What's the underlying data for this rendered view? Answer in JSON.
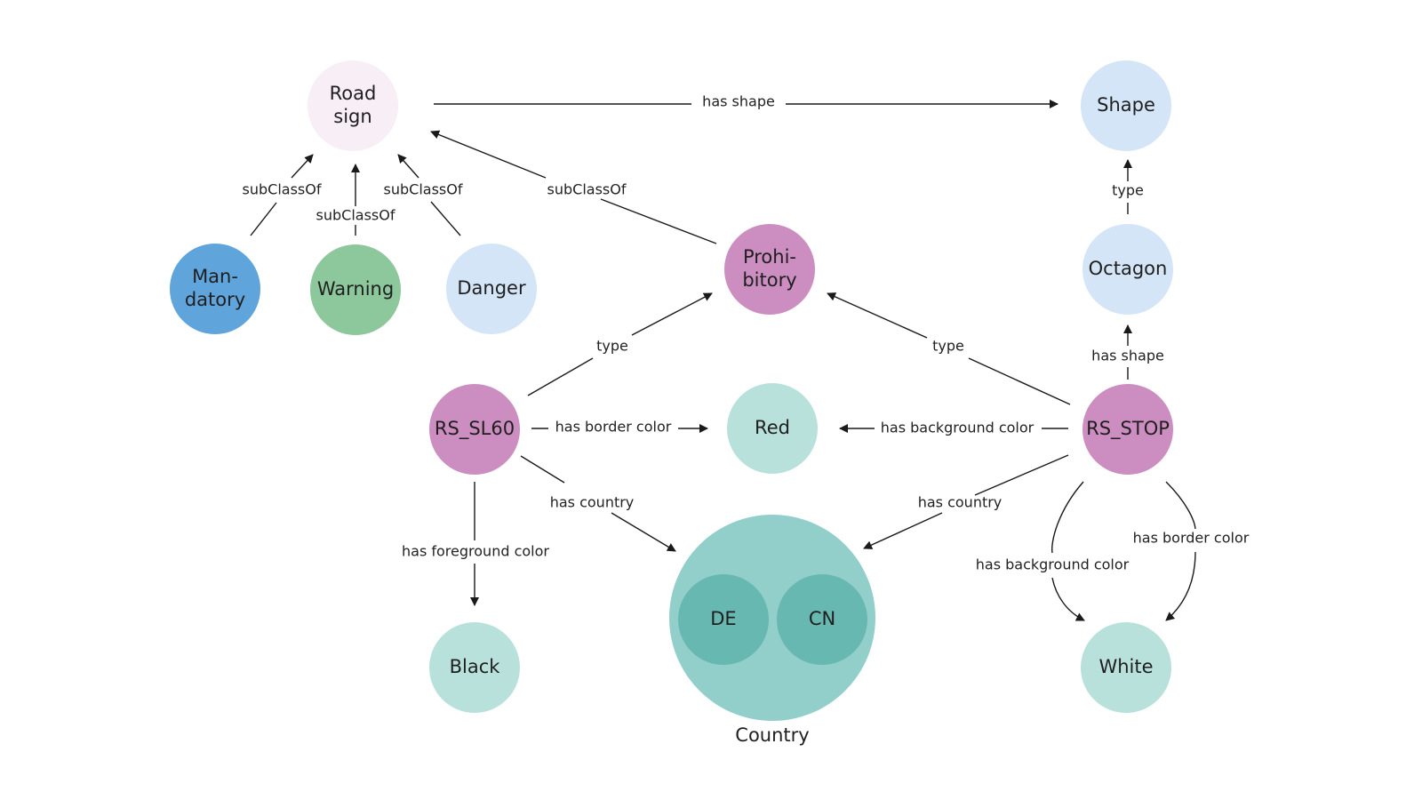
{
  "colors": {
    "road_sign": "#f8eef6",
    "mandatory": "#60a4dc",
    "warning": "#8dc79c",
    "danger": "#d4e5f7",
    "shape": "#d4e5f7",
    "octagon": "#d4e5f7",
    "prohibitory": "#cc8dc0",
    "rs_sl60": "#cc8dc0",
    "rs_stop": "#cc8dc0",
    "red": "#b8e1dc",
    "black": "#b8e1dc",
    "white": "#b8e1dc",
    "country": "#92cfcb",
    "country_sub": "#67b8b0",
    "edge": "#1a1a1a"
  },
  "nodes": {
    "road_sign": [
      "Road",
      "sign"
    ],
    "mandatory": [
      "Man-",
      "datory"
    ],
    "warning": [
      "Warning"
    ],
    "danger": [
      "Danger"
    ],
    "shape": [
      "Shape"
    ],
    "octagon": [
      "Octagon"
    ],
    "prohibitory": [
      "Prohi-",
      "bitory"
    ],
    "rs_sl60": [
      "RS_SL60"
    ],
    "rs_stop": [
      "RS_STOP"
    ],
    "red": [
      "Red"
    ],
    "black": [
      "Black"
    ],
    "white": [
      "White"
    ],
    "country": "Country",
    "de": "DE",
    "cn": "CN"
  },
  "edges": {
    "has_shape_top": "has shape",
    "subclass_mandatory": "subClassOf",
    "subclass_warning": "subClassOf",
    "subclass_danger": "subClassOf",
    "subclass_prohibitory": "subClassOf",
    "type_octagon": "type",
    "has_shape_stop": "has shape",
    "type_sl60": "type",
    "type_stop": "type",
    "has_border_color_sl60": "has border color",
    "has_background_color_stop": "has background color",
    "has_country_sl60": "has country",
    "has_country_stop": "has country",
    "has_foreground_color": "has foreground color",
    "has_background_color_white": "has background color",
    "has_border_color_white": "has border color"
  }
}
